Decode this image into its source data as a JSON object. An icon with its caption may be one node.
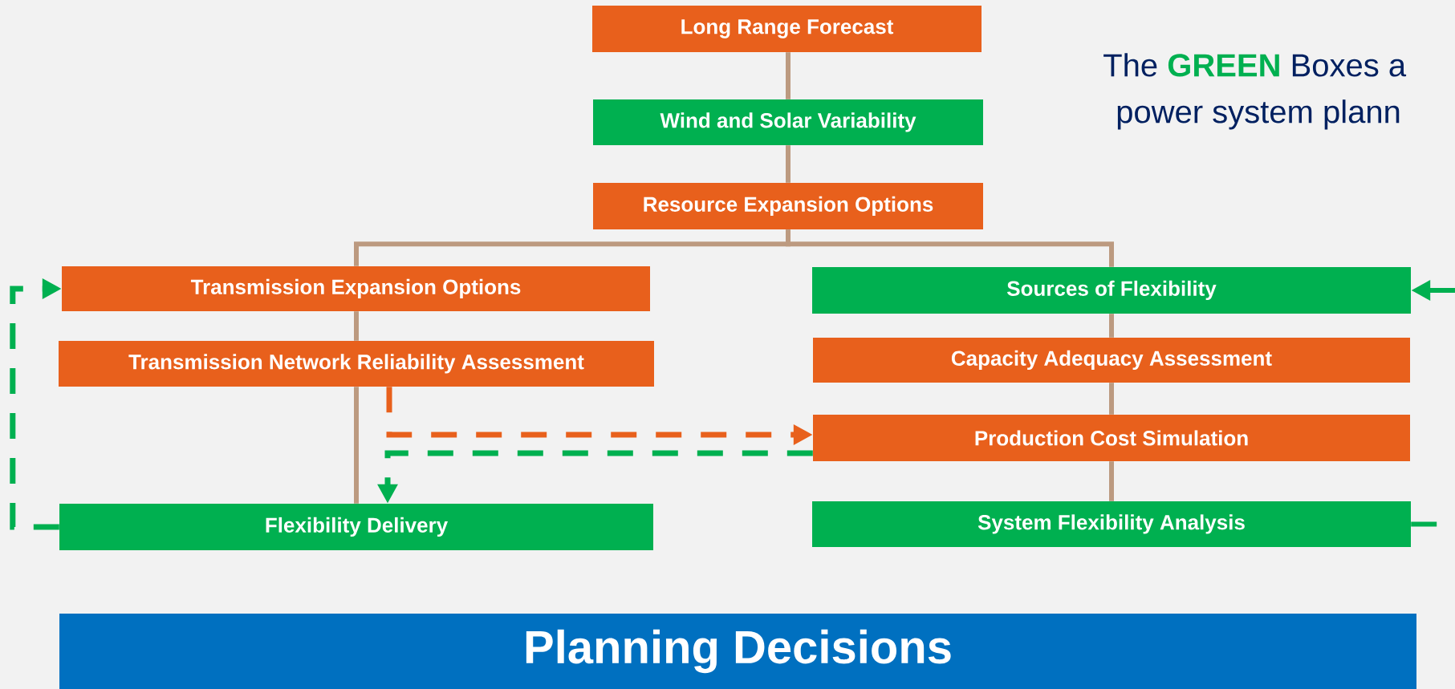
{
  "diagram": {
    "nodes": [
      {
        "text": [
          "Long Range Forecast"
        ]
      },
      {
        "text": [
          "Wind and Solar Variability"
        ]
      },
      {
        "text": [
          "Resource Expansion Options"
        ]
      },
      {
        "text": [
          "Transmission Expansion Options"
        ]
      },
      {
        "text": [
          "Transmission Network Reliability Assessment"
        ]
      },
      {
        "text": [
          "Flexibility Delivery"
        ]
      },
      {
        "text": [
          "Sources of  Flexibility"
        ]
      },
      {
        "text": [
          "Capacity Adequacy Assessment"
        ]
      },
      {
        "text": [
          "Production Cost Simulation"
        ]
      },
      {
        "text": [
          "System Flexibility Analysis"
        ]
      },
      {
        "text": [
          "Planning Decisions"
        ]
      }
    ],
    "edges": [
      {
        "from": 0,
        "to": 1,
        "arrow": "none"
      },
      {
        "from": 1,
        "to": 2,
        "arrow": "none"
      },
      {
        "from": 2,
        "to": 3,
        "arrow": "none"
      },
      {
        "from": 3,
        "to": 4,
        "arrow": "none"
      },
      {
        "from": 4,
        "to": 5,
        "arrow": "none"
      },
      {
        "from": 2,
        "to": 6,
        "arrow": "none"
      },
      {
        "from": 6,
        "to": 7,
        "arrow": "none"
      },
      {
        "from": 7,
        "to": 8,
        "arrow": "none"
      },
      {
        "from": 8,
        "to": 9,
        "arrow": "none"
      },
      {
        "from": 4,
        "to": 8,
        "arrow": "to",
        "style": "dashed",
        "color": "#e8601c"
      },
      {
        "from": 8,
        "to": 5,
        "arrow": "to",
        "style": "dashed",
        "color": "#00b050"
      },
      {
        "from": 5,
        "to": 3,
        "arrow": "to",
        "style": "dashed",
        "color": "#00b050"
      },
      {
        "from": null,
        "to": 6,
        "arrow": "to",
        "color": "#00b050"
      },
      {
        "from": 9,
        "to": null,
        "arrow": "none",
        "color": "#00b050"
      }
    ],
    "labels": [
      "The **GREEN** Boxes a",
      "power system plann"
    ]
  }
}
